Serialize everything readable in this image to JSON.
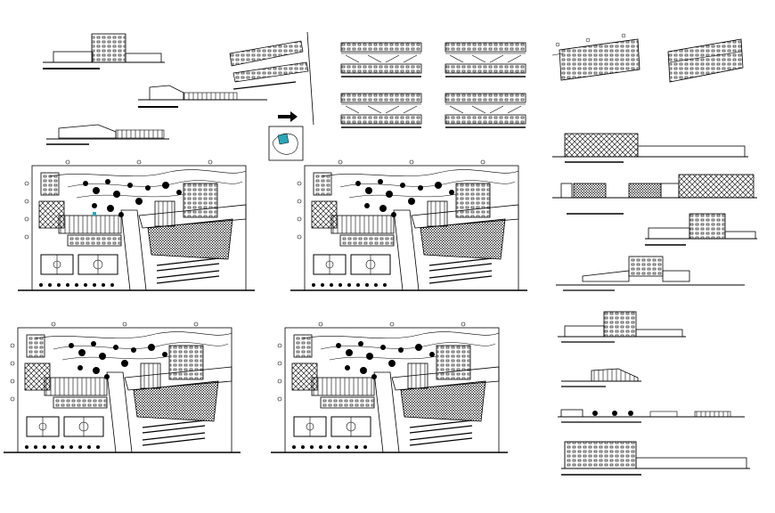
{
  "sheet": {
    "background": "#ffffff",
    "ink": "#000000",
    "highlight": "#2aa7b8",
    "north_arrow_icon": "north-arrow-icon",
    "site_plans_count": 4,
    "elevations_count": 6,
    "sections_count": 4,
    "floor_plans_count": 6
  }
}
